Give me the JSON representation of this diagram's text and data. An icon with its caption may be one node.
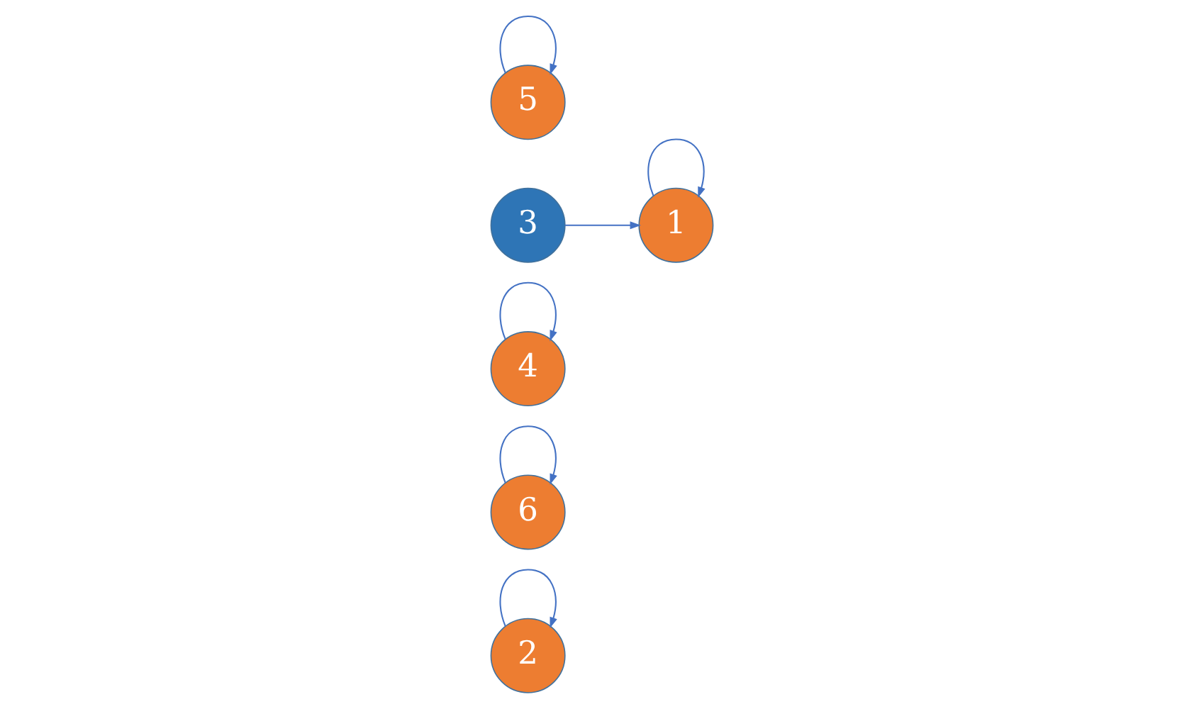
{
  "diagram": {
    "nodes": [
      {
        "text": [
          "2"
        ]
      },
      {
        "text": [
          "6"
        ]
      },
      {
        "text": [
          "4"
        ]
      },
      {
        "text": [
          "1"
        ]
      },
      {
        "text": [
          "3"
        ]
      },
      {
        "text": [
          "5"
        ]
      }
    ],
    "edges": [
      {
        "from": 0,
        "to": 0,
        "arrow": "to"
      },
      {
        "from": 1,
        "to": 1,
        "arrow": "to"
      },
      {
        "from": 2,
        "to": 2,
        "arrow": "to"
      },
      {
        "from": 3,
        "to": 3,
        "arrow": "to"
      },
      {
        "from": 4,
        "to": 3,
        "arrow": "to"
      },
      {
        "from": 5,
        "to": 5,
        "arrow": "to"
      }
    ]
  }
}
